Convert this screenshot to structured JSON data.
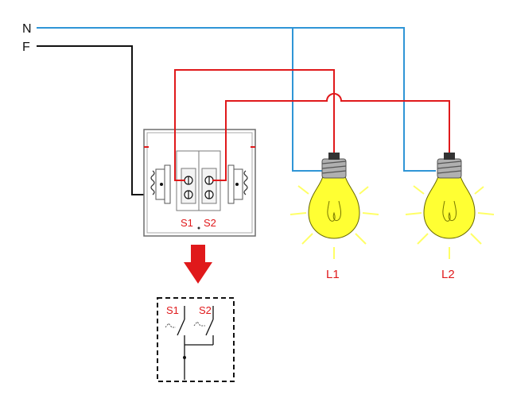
{
  "lines": {
    "neutral_label": "N",
    "phase_label": "F"
  },
  "switch": {
    "s1_label": "S1",
    "s2_label": "S2"
  },
  "schematic": {
    "s1_label": "S1",
    "s2_label": "S2"
  },
  "lamps": [
    {
      "label": "L1"
    },
    {
      "label": "L2"
    }
  ],
  "colors": {
    "neutral": "#2f95d6",
    "phase": "#111111",
    "switched": "#e0191b",
    "bulb_glass": "#ffff33",
    "glow": "#ffff66",
    "arrow": "#e0191b"
  }
}
